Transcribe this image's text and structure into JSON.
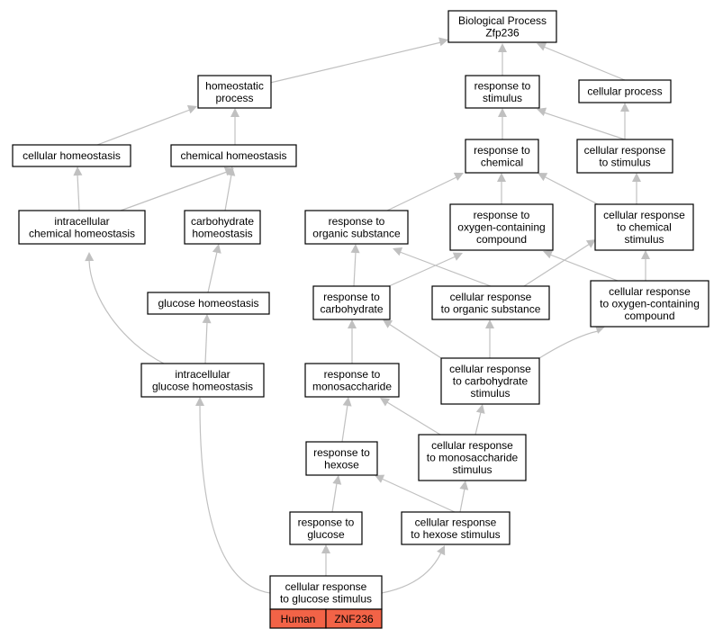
{
  "nodes": {
    "bp": [
      "Biological Process",
      "Zfp236"
    ],
    "homeostatic": [
      "homeostatic",
      "process"
    ],
    "resp_stim": [
      "response to",
      "stimulus"
    ],
    "cell_proc": [
      "cellular process"
    ],
    "cell_homeo": [
      "cellular homeostasis"
    ],
    "chem_homeo": [
      "chemical homeostasis"
    ],
    "resp_chem": [
      "response to",
      "chemical"
    ],
    "cell_resp_stim": [
      "cellular response",
      "to stimulus"
    ],
    "intra_chem_homeo": [
      "intracellular",
      "chemical homeostasis"
    ],
    "carb_homeo": [
      "carbohydrate",
      "homeostasis"
    ],
    "resp_org": [
      "response to",
      "organic substance"
    ],
    "resp_oxy": [
      "response to",
      "oxygen-containing",
      "compound"
    ],
    "cell_resp_chem": [
      "cellular response",
      "to chemical",
      "stimulus"
    ],
    "gluc_homeo": [
      "glucose homeostasis"
    ],
    "resp_carb": [
      "response to",
      "carbohydrate"
    ],
    "cell_resp_org": [
      "cellular response",
      "to organic substance"
    ],
    "cell_resp_oxy": [
      "cellular response",
      "to oxygen-containing",
      "compound"
    ],
    "intra_gluc_homeo": [
      "intracellular",
      "glucose homeostasis"
    ],
    "resp_mono": [
      "response to",
      "monosaccharide"
    ],
    "cell_resp_carb": [
      "cellular response",
      "to carbohydrate",
      "stimulus"
    ],
    "resp_hex": [
      "response to",
      "hexose"
    ],
    "cell_resp_mono": [
      "cellular response",
      "to monosaccharide",
      "stimulus"
    ],
    "resp_glu": [
      "response to",
      "glucose"
    ],
    "cell_resp_hex": [
      "cellular response",
      "to hexose stimulus"
    ],
    "cell_resp_glu": [
      "cellular response",
      "to glucose stimulus"
    ]
  },
  "legend": {
    "species": "Human",
    "gene": "ZNF236",
    "color": "#f26347"
  },
  "colors": {
    "edge": "#c0c0c0",
    "border": "#000000",
    "highlight": "#f26347"
  }
}
